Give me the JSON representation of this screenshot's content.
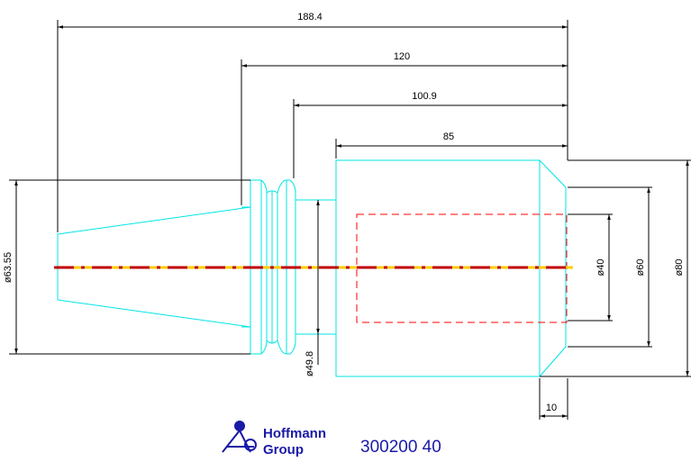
{
  "drawing": {
    "dimensions": {
      "overall_length": "188.4",
      "length_120": "120",
      "length_100_9": "100.9",
      "length_85": "85",
      "taper_diameter": "ø63.55",
      "collar_diameter": "ø49.8",
      "bore_diameter": "ø40",
      "nose_diameter": "ø60",
      "body_diameter": "ø80",
      "chamfer_length": "10"
    },
    "logo": {
      "line1": "Hoffmann",
      "line2": "Group"
    },
    "part_number": "300200 40"
  },
  "colors": {
    "outline": "#00e5e5",
    "dimension": "#000000",
    "centerline_red": "#c00000",
    "centerline_yellow": "#ffcc00",
    "bore": "#ff0000",
    "brand": "#1a1aa6"
  }
}
